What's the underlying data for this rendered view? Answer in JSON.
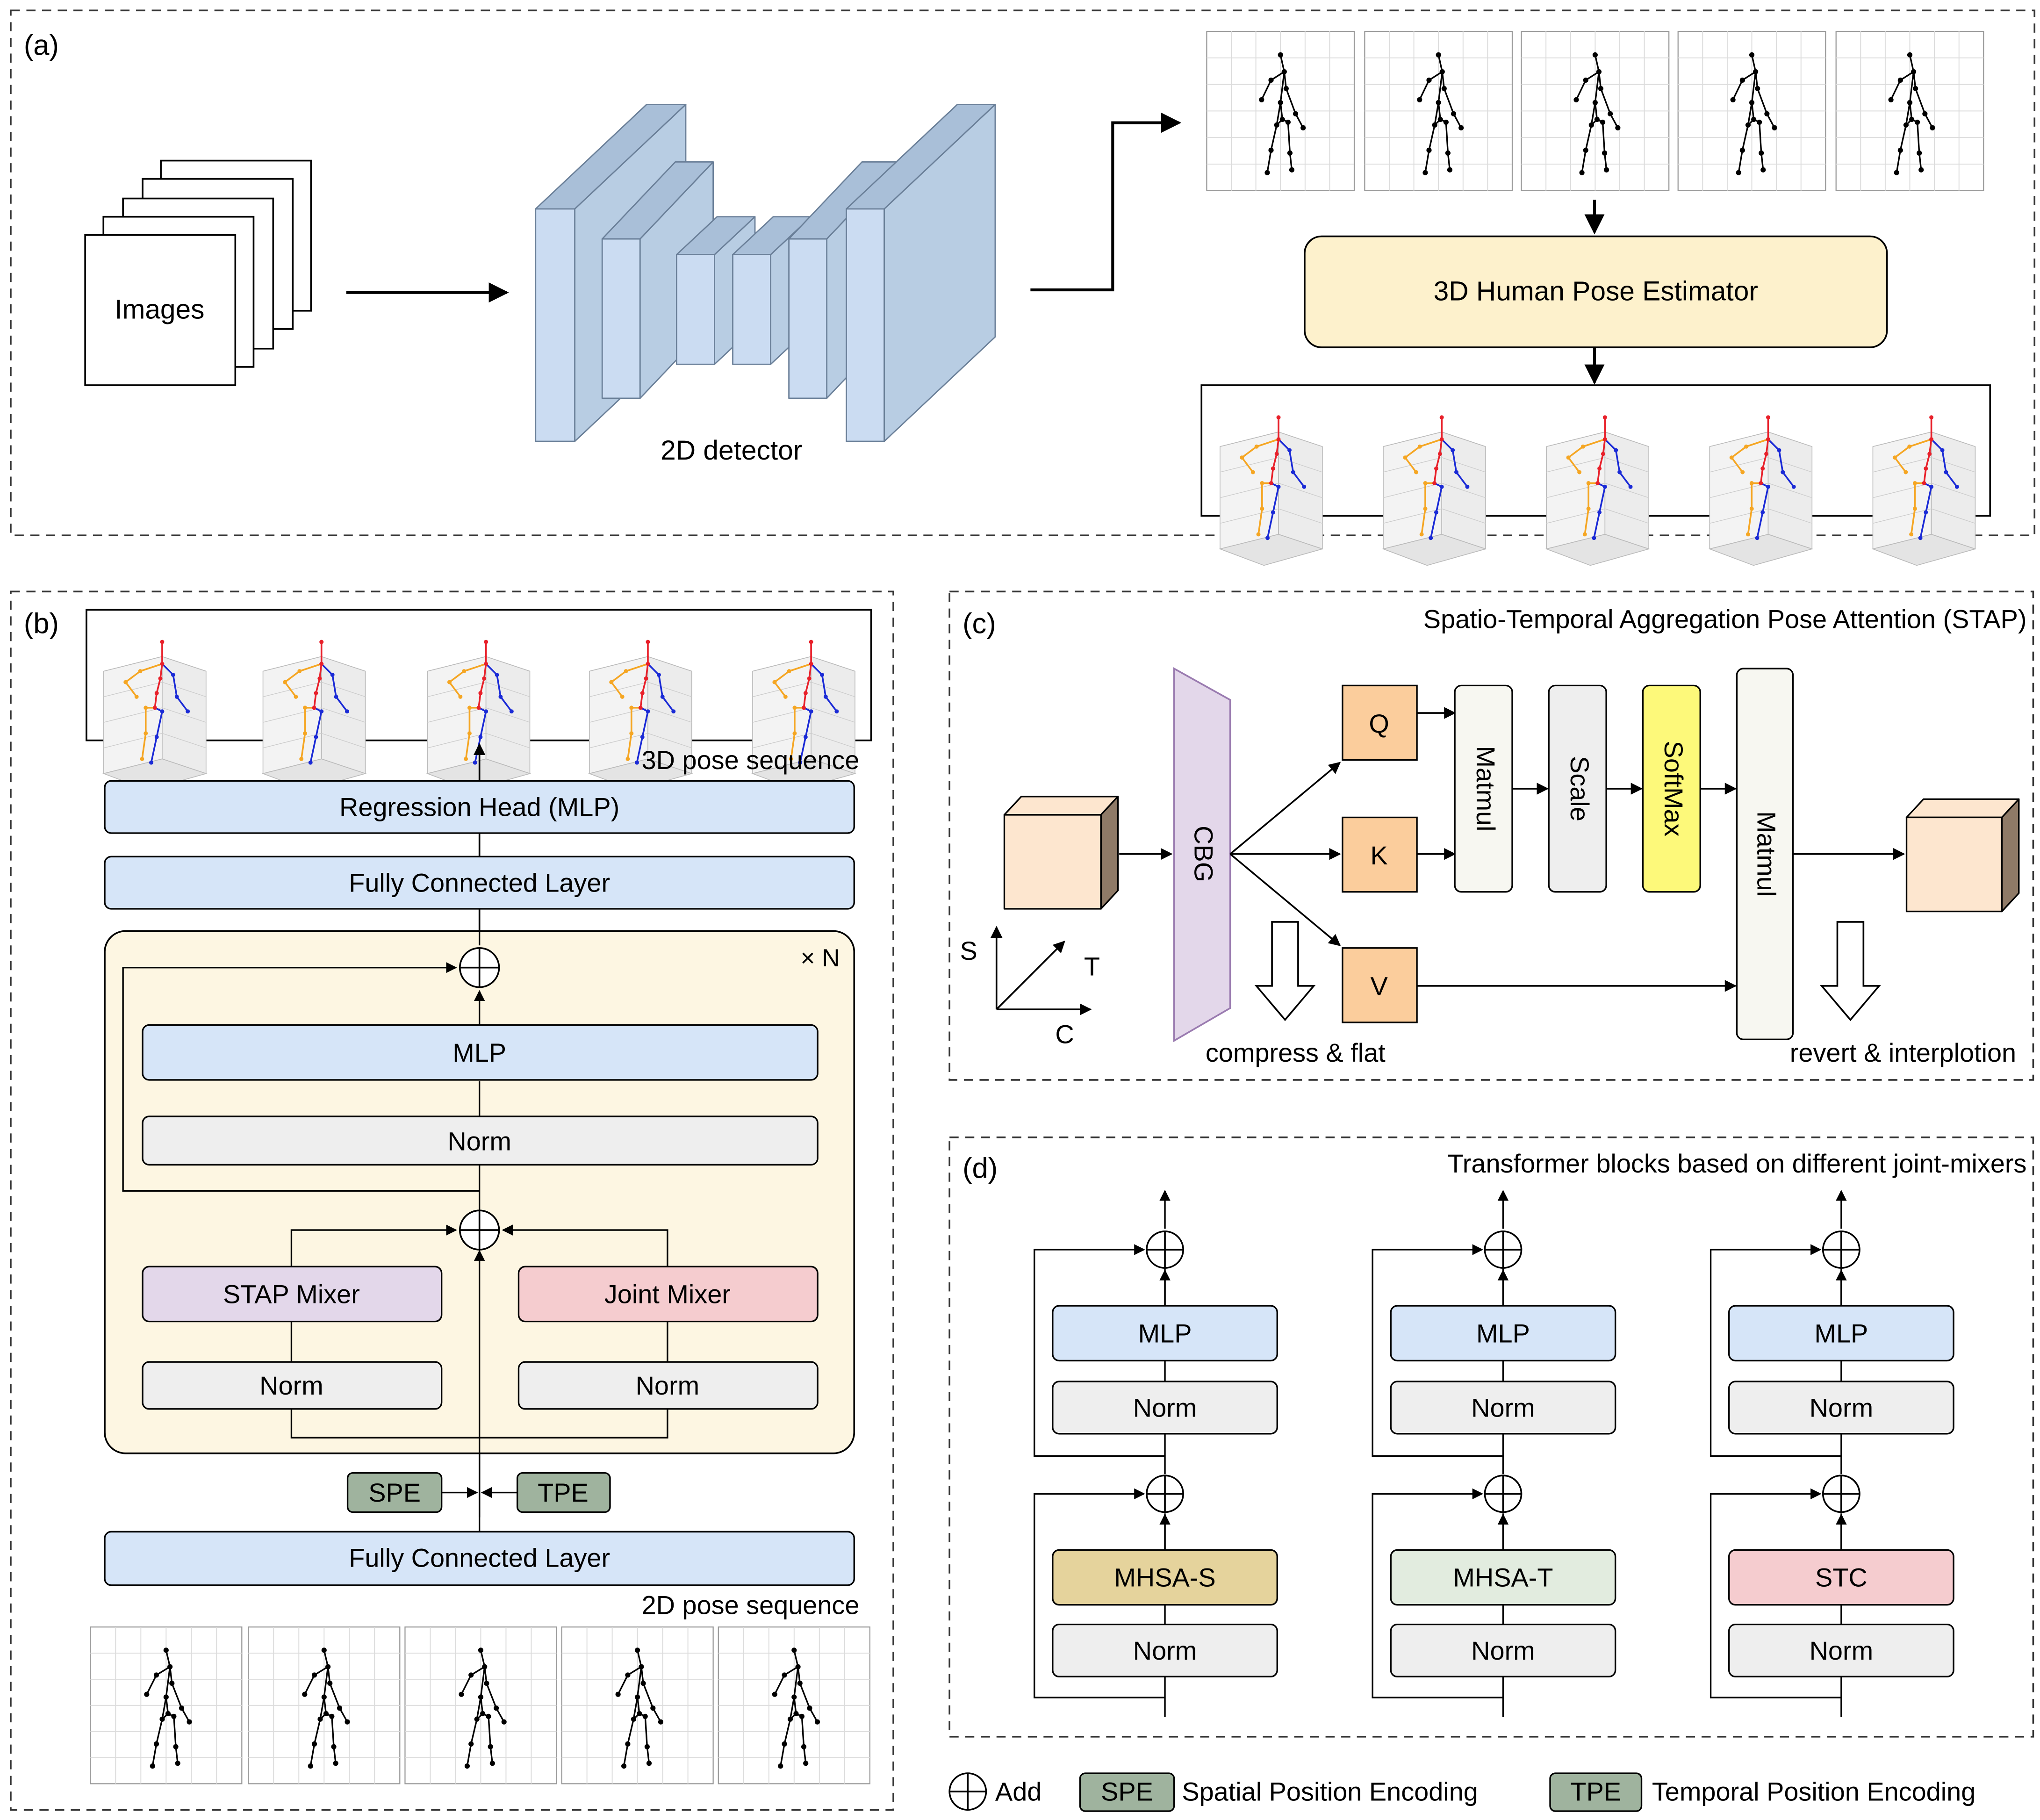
{
  "panel_a": {
    "label": "(a)",
    "images_label": "Images",
    "detector_label": "2D detector",
    "estimator_label": "3D Human Pose Estimator"
  },
  "panel_b": {
    "label": "(b)",
    "output_caption": "3D pose sequence",
    "regression_head": "Regression Head (MLP)",
    "fc_top": "Fully Connected Layer",
    "repeat": "× N",
    "mlp": "MLP",
    "norm": "Norm",
    "stap_mixer": "STAP Mixer",
    "joint_mixer": "Joint Mixer",
    "norm_left": "Norm",
    "norm_right": "Norm",
    "spe": "SPE",
    "tpe": "TPE",
    "fc_bottom": "Fully Connected Layer",
    "input_caption": "2D pose sequence"
  },
  "panel_c": {
    "label": "(c)",
    "title": "Spatio-Temporal Aggregation Pose Attention (STAP)",
    "cbg": "CBG",
    "q": "Q",
    "k": "K",
    "v": "V",
    "matmul1": "Matmul",
    "scale": "Scale",
    "softmax": "SoftMax",
    "matmul2": "Matmul",
    "axis_s": "S",
    "axis_t": "T",
    "axis_c": "C",
    "compress": "compress & flat",
    "revert": "revert & interplotion"
  },
  "panel_d": {
    "label": "(d)",
    "title": "Transformer blocks based on different joint-mixers",
    "blocks": [
      {
        "mlp": "MLP",
        "norm_top": "Norm",
        "mixer": "MHSA-S",
        "norm_bottom": "Norm",
        "color": "#e5d39c"
      },
      {
        "mlp": "MLP",
        "norm_top": "Norm",
        "mixer": "MHSA-T",
        "norm_bottom": "Norm",
        "color": "#e2ecdf"
      },
      {
        "mlp": "MLP",
        "norm_top": "Norm",
        "mixer": "STC",
        "norm_bottom": "Norm",
        "color": "#f5cccf"
      }
    ]
  },
  "legend": {
    "add": "Add",
    "spe_tag": "SPE",
    "spe_text": "Spatial Position Encoding",
    "tpe_tag": "TPE",
    "tpe_text": "Temporal Position Encoding"
  },
  "colors": {
    "blue_box": "#d6e5f8",
    "gray_box": "#eeeeee",
    "yellow_panel": "#fdf6e2",
    "stap": "#e3d7ea",
    "joint": "#f5cccf",
    "pe": "#9fb39e",
    "estimator": "#fdf1cc",
    "cube": "#fde6cf",
    "qkv": "#fbcd9c",
    "cbg": "#e3d7ea",
    "softmax": "#fdf97a",
    "left_leg": "#f5a623",
    "right_leg": "#1a2ad6",
    "spine": "#e8202a"
  }
}
